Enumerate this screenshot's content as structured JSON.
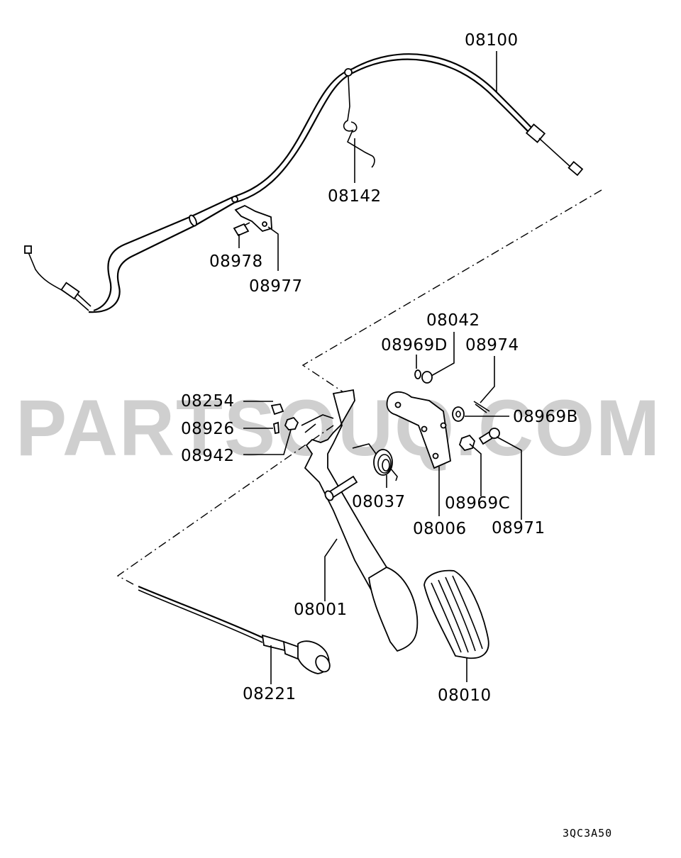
{
  "watermark": "PARTSOUQ.COM",
  "diagram_code": "3QC3A50",
  "parts": {
    "p08100": "08100",
    "p08142": "08142",
    "p08978": "08978",
    "p08977": "08977",
    "p08042": "08042",
    "p08969D": "08969D",
    "p08974": "08974",
    "p08254": "08254",
    "p08969B": "08969B",
    "p08926": "08926",
    "p08942": "08942",
    "p08037": "08037",
    "p08969C": "08969C",
    "p08006": "08006",
    "p08971": "08971",
    "p08001": "08001",
    "p08221": "08221",
    "p08010": "08010"
  }
}
